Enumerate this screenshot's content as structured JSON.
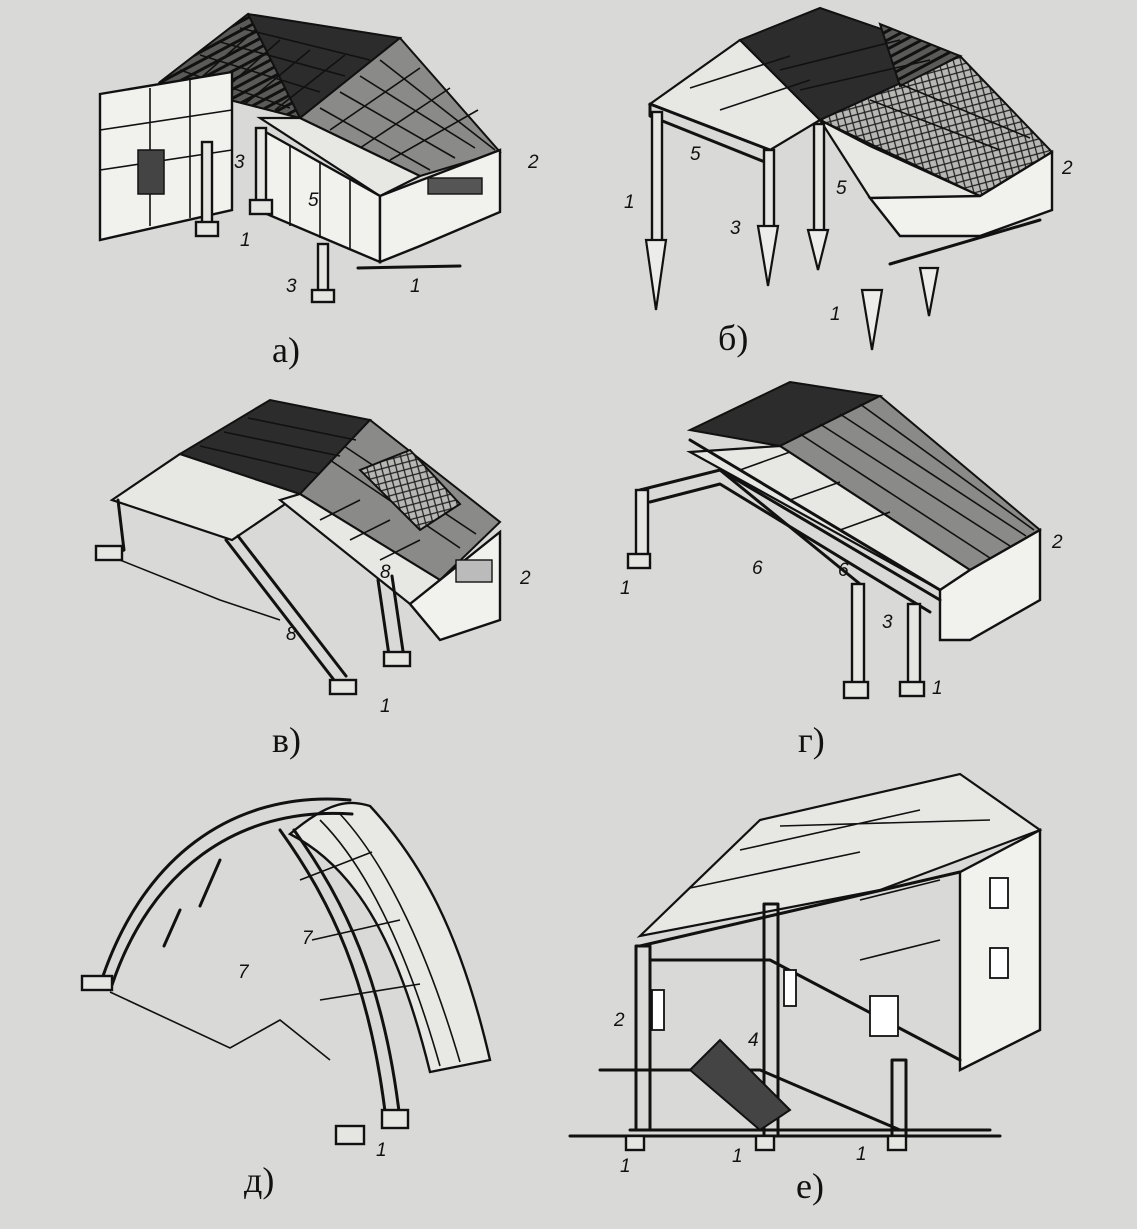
{
  "figures": [
    {
      "id": "a",
      "caption": "а)",
      "labels": [
        "3",
        "1",
        "5",
        "2",
        "3",
        "1"
      ]
    },
    {
      "id": "b",
      "caption": "б)",
      "labels": [
        "5",
        "5",
        "2",
        "1",
        "3",
        "1"
      ]
    },
    {
      "id": "v",
      "caption": "в)",
      "labels": [
        "8",
        "2",
        "8",
        "1"
      ]
    },
    {
      "id": "g",
      "caption": "г)",
      "labels": [
        "6",
        "6",
        "2",
        "3",
        "1",
        "1"
      ]
    },
    {
      "id": "d",
      "caption": "д)",
      "labels": [
        "7",
        "7",
        "1"
      ]
    },
    {
      "id": "e",
      "caption": "е)",
      "labels": [
        "2",
        "4",
        "1",
        "1",
        "1"
      ]
    }
  ]
}
